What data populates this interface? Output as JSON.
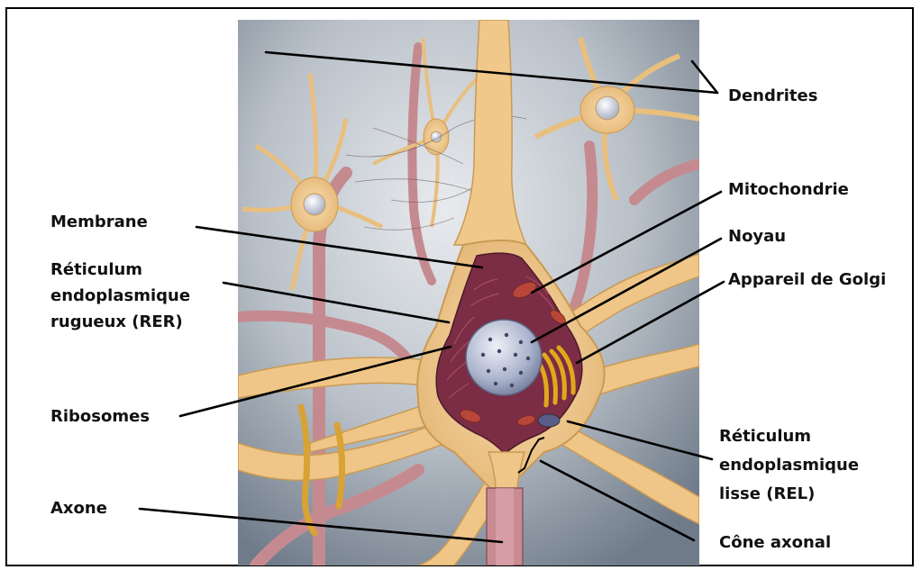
{
  "labels": {
    "dendrites": "Dendrites",
    "mitochondrie": "Mitochondrie",
    "noyau": "Noyau",
    "golgi": "Appareil de Golgi",
    "membrane": "Membrane",
    "rer_line1": "Réticulum",
    "rer_line2": "endoplasmique",
    "rer_line3": "rugueux (RER)",
    "ribosomes": "Ribosomes",
    "rel_line1": "Réticulum",
    "rel_line2": "endoplasmique",
    "rel_line3": "lisse (REL)",
    "axone": "Axone",
    "cone": "Cône axonal"
  },
  "colors": {
    "background_gradient_light": "#dfe3e7",
    "background_gradient_dark": "#7e8a98",
    "neuron_body": "#f2c98a",
    "neuron_edge": "#c99a55",
    "cytoplasm": "#7b2f45",
    "nucleus": "#b9c2d8",
    "golgi": "#e0a71b",
    "vessel": "#c98c92",
    "leader": "#000000"
  }
}
